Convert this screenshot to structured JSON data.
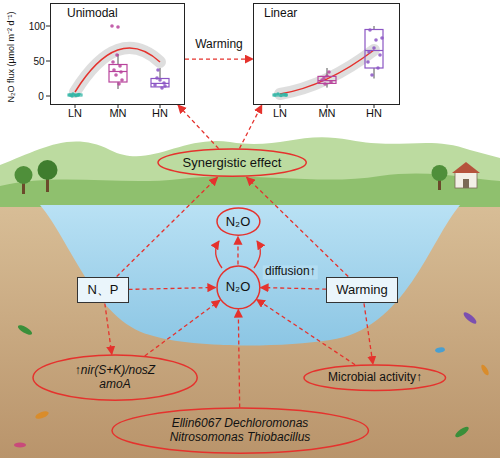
{
  "diagram": {
    "nodes": [
      {
        "text": [
          "Unimodal"
        ]
      },
      {
        "text": [
          "Linear"
        ]
      },
      {
        "text": [
          "Synergistic effect"
        ]
      },
      {
        "text": [
          "N₂O"
        ]
      },
      {
        "text": [
          "N、P"
        ]
      },
      {
        "text": [
          "N₂O"
        ]
      },
      {
        "text": [
          "Warming"
        ]
      },
      {
        "text": [
          "↑nir(S+K)/nosZ amoA"
        ]
      },
      {
        "text": [
          "Microbial activity↑"
        ]
      },
      {
        "text": [
          "Ellin6067 Dechloromonas Nitrosomonas Thiobacillus"
        ]
      }
    ],
    "edges": [
      {
        "from": 0,
        "to": 1,
        "label": "Warming",
        "arrow": "to"
      },
      {
        "from": 2,
        "to": 0,
        "arrow": "to"
      },
      {
        "from": 2,
        "to": 1,
        "arrow": "to"
      },
      {
        "from": 4,
        "to": 2,
        "arrow": "to"
      },
      {
        "from": 6,
        "to": 2,
        "arrow": "to"
      },
      {
        "from": 5,
        "to": 3,
        "arrow": "to"
      },
      {
        "from": 6,
        "to": 5,
        "label": "diffusion↑",
        "arrow": "to"
      },
      {
        "from": 4,
        "to": 5,
        "arrow": "to"
      },
      {
        "from": 4,
        "to": 7,
        "arrow": "to"
      },
      {
        "from": 6,
        "to": 8,
        "arrow": "to"
      },
      {
        "from": 7,
        "to": 5,
        "arrow": "to"
      },
      {
        "from": 8,
        "to": 5,
        "arrow": "to"
      },
      {
        "from": 9,
        "to": 5,
        "arrow": "to"
      }
    ],
    "labels": [
      "N₂O flux (μmol m⁻² d⁻¹)",
      "100",
      "50",
      "0",
      "LN",
      "MN",
      "HN",
      "LN",
      "MN",
      "HN"
    ]
  }
}
